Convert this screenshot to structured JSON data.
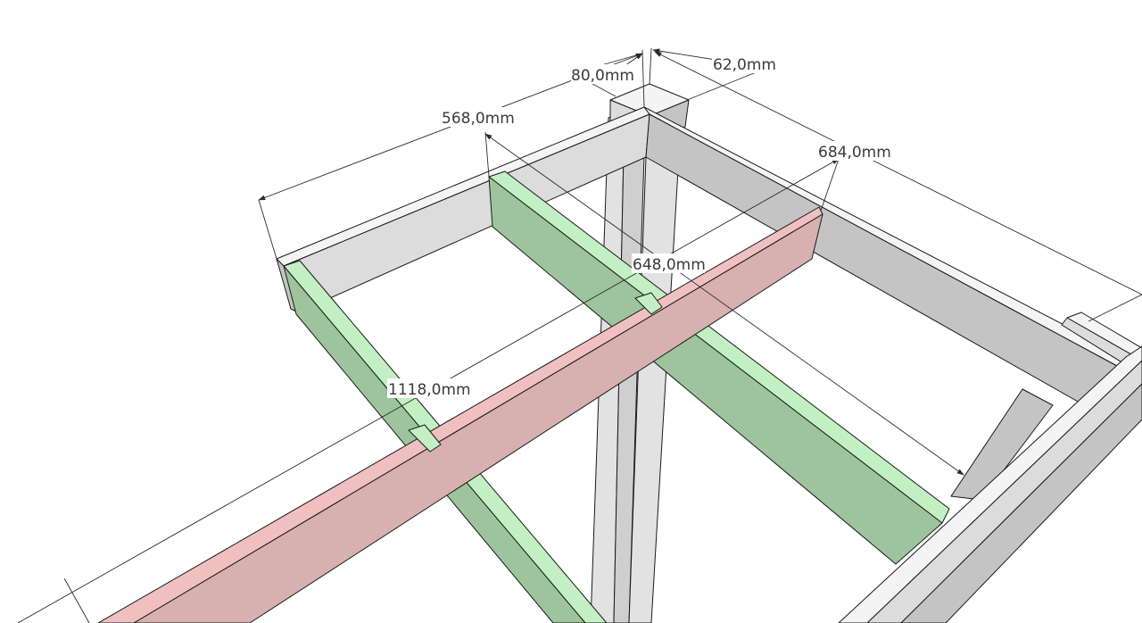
{
  "model": {
    "colors": {
      "frame_top": "#f4f4f4",
      "frame_side_light": "#dcdcdc",
      "frame_side_dark": "#c4c4c4",
      "leg_light": "#e2e2e2",
      "leg_dark": "#cfcfcf",
      "green_top": "#c2f0c2",
      "green_side": "#9dc49d",
      "red_top": "#f0c0c0",
      "red_side": "#d8b0b0",
      "edge": "#1a1a1a",
      "dimension": "#2a2a2a"
    }
  },
  "dimensions": [
    {
      "id": "dim-80",
      "label": "80,0mm"
    },
    {
      "id": "dim-62",
      "label": "62,0mm"
    },
    {
      "id": "dim-568",
      "label": "568,0mm"
    },
    {
      "id": "dim-684",
      "label": "684,0mm"
    },
    {
      "id": "dim-648",
      "label": "648,0mm"
    },
    {
      "id": "dim-1118",
      "label": "1118,0mm"
    }
  ]
}
